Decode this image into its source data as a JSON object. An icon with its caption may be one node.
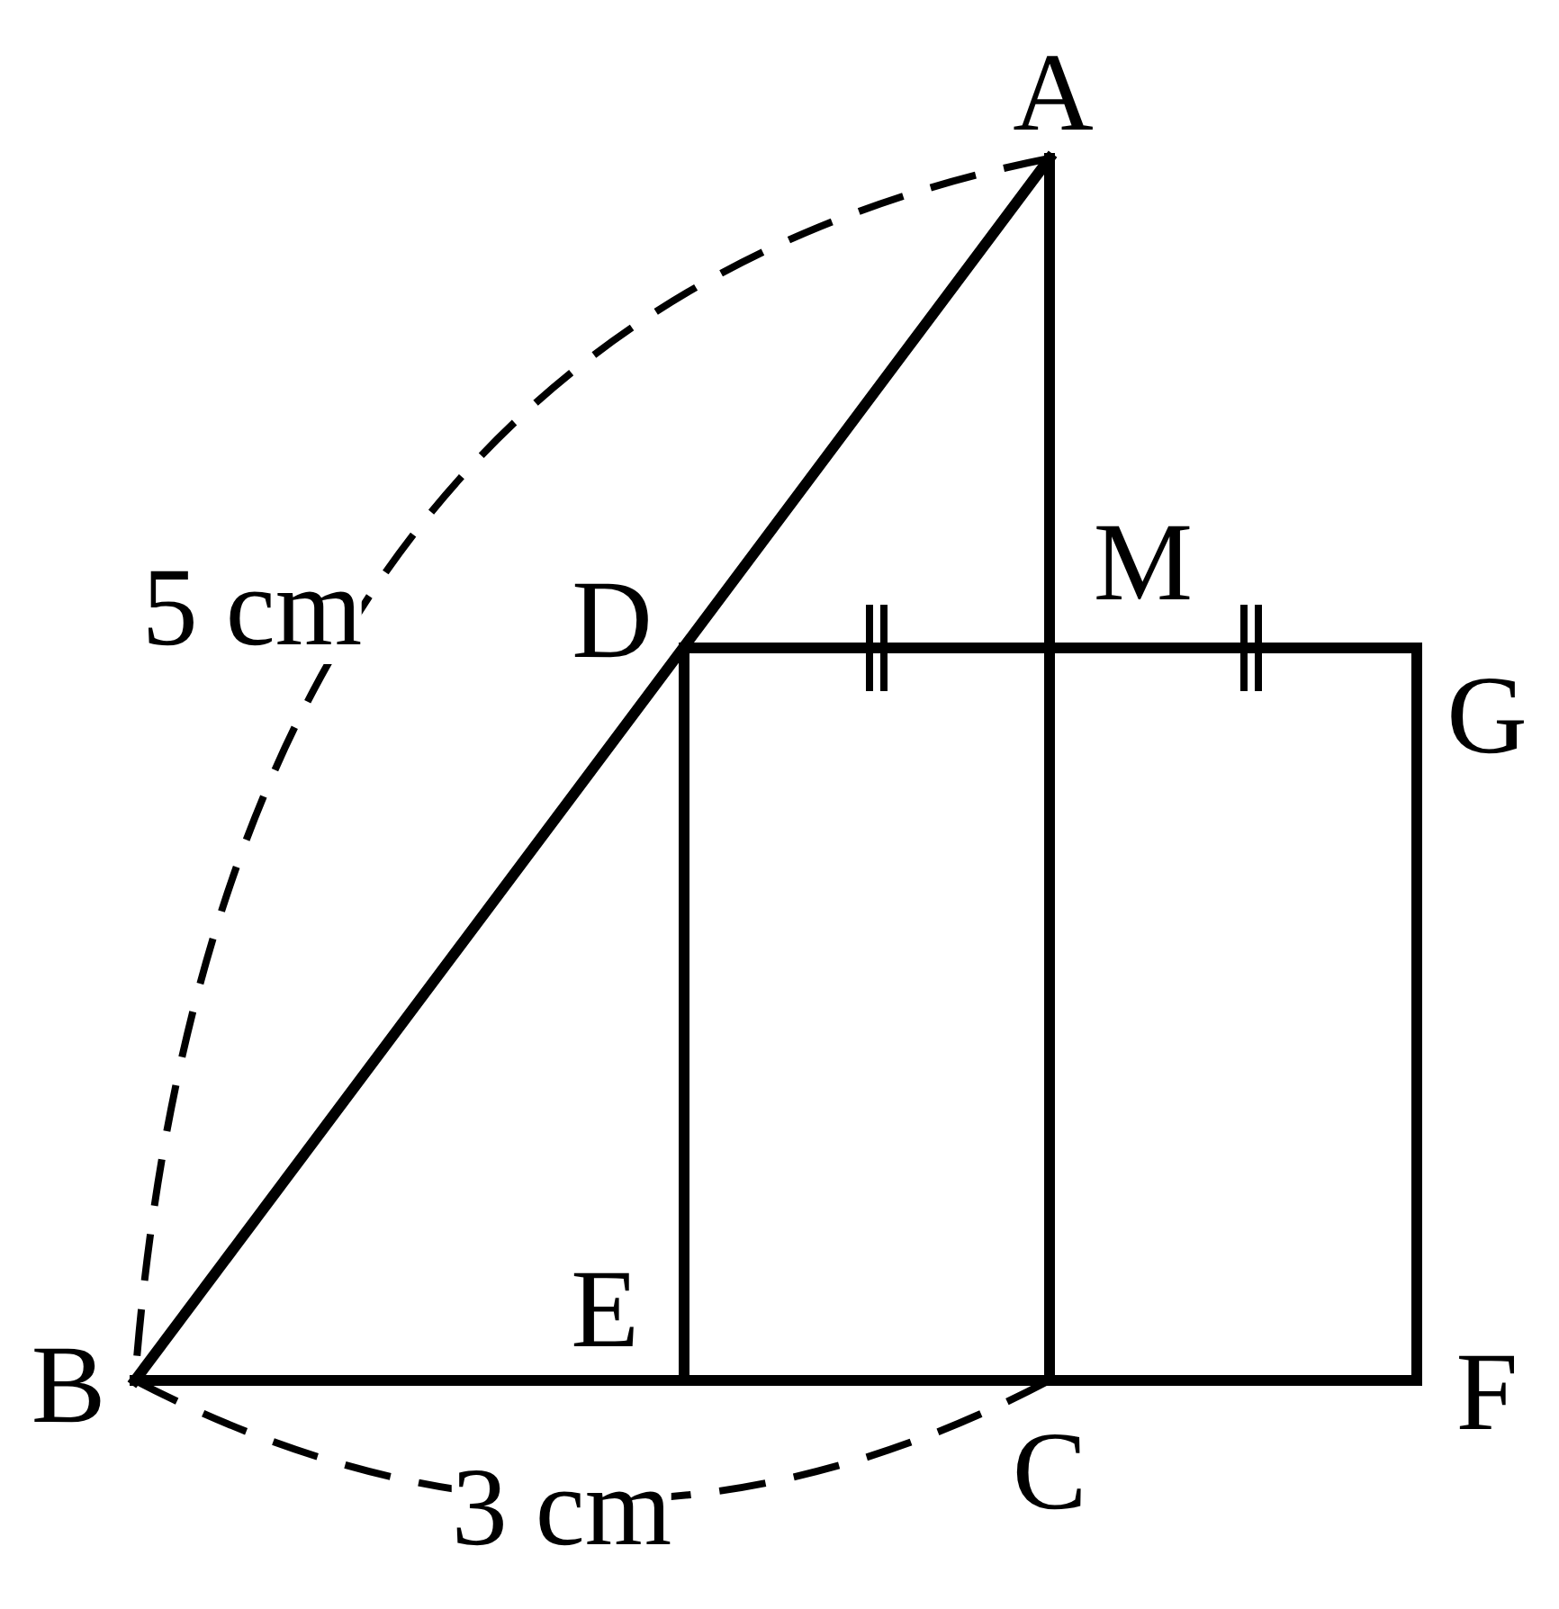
{
  "diagram": {
    "labels": [
      "A",
      "5 cm",
      "D",
      "M",
      "G",
      "E",
      "B",
      "F",
      "C",
      "3 cm"
    ]
  }
}
